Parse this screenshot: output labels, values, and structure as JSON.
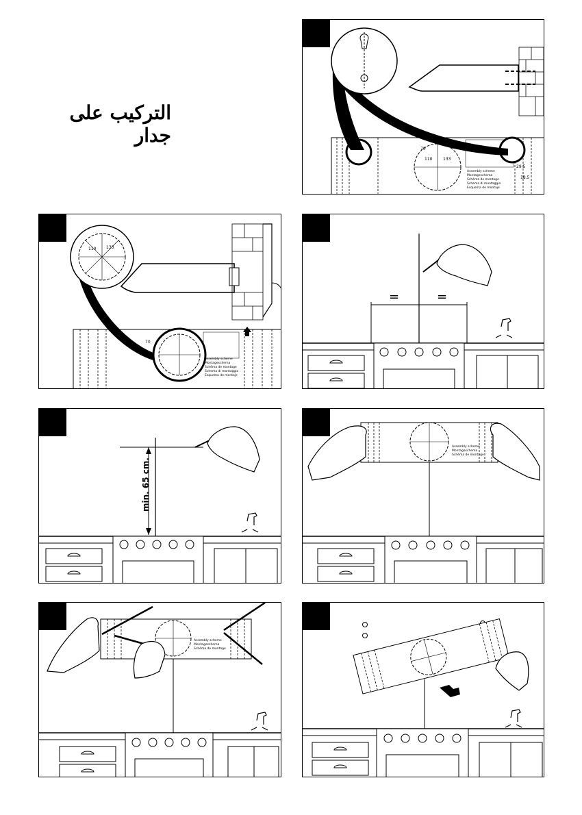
{
  "page": {
    "title": "التركيب على جدار"
  },
  "template": {
    "labels": [
      "Assembly scheme",
      "Montageschema",
      "Schéma de montage",
      "Schema di montaggio",
      "Esquema de montaje",
      "Montagesch"
    ],
    "dim_110": "110",
    "dim_133": "133",
    "dim_70": "70",
    "dim_29_5": "29.5",
    "dim_18_5": "18.5"
  },
  "step3": {
    "equal_left": "=",
    "equal_right": "="
  },
  "step4": {
    "height_label": "min. 65 cm."
  },
  "panels": [
    {
      "name": "step-1-panel"
    },
    {
      "name": "step-2-panel"
    },
    {
      "name": "step-3-panel"
    },
    {
      "name": "step-4-panel"
    },
    {
      "name": "step-5-panel"
    },
    {
      "name": "step-6-panel"
    },
    {
      "name": "step-7-panel"
    }
  ]
}
